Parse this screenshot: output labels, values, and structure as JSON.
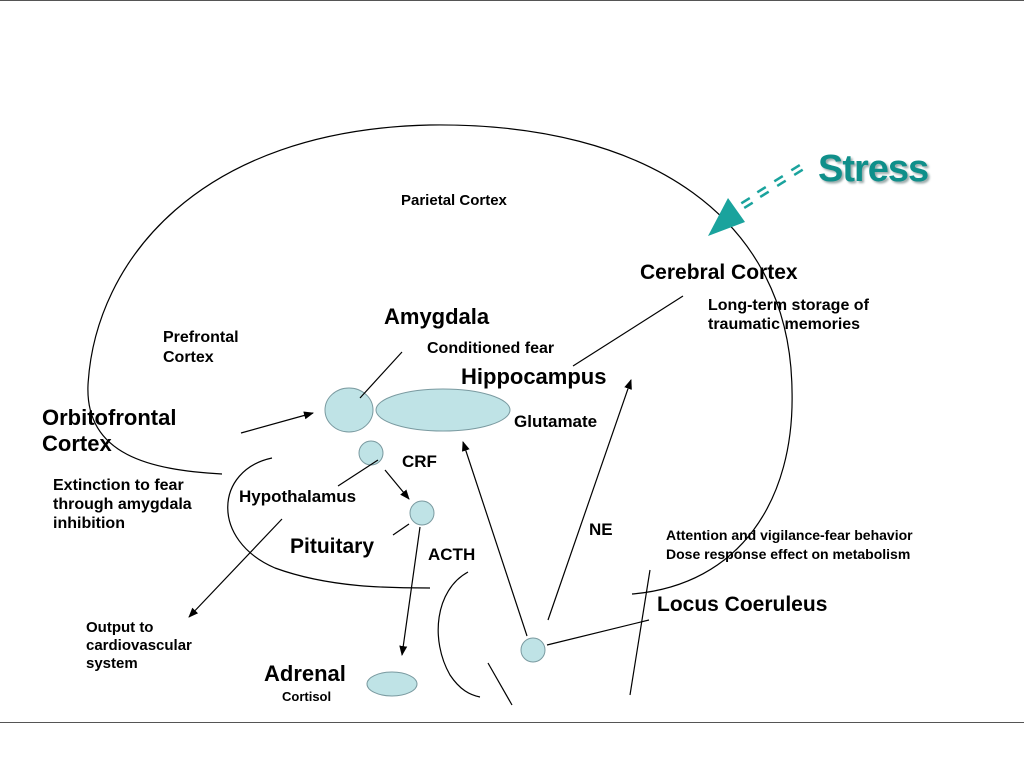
{
  "title": "Stress",
  "colors": {
    "accent": "#0f8f8a",
    "node_fill": "#bfe3e6",
    "line": "#000000"
  },
  "labels": {
    "parietal_cortex": "Parietal Cortex",
    "cerebral_cortex": "Cerebral Cortex",
    "long_term_storage": [
      "Long-term storage of",
      "traumatic memories"
    ],
    "amygdala": "Amygdala",
    "prefrontal_cortex": [
      "Prefrontal",
      "Cortex"
    ],
    "conditioned_fear": "Conditioned fear",
    "hippocampus": "Hippocampus",
    "orbitofrontal_cortex": [
      "Orbitofrontal",
      "Cortex"
    ],
    "glutamate": "Glutamate",
    "crf": "CRF",
    "extinction": [
      "Extinction to fear",
      "through amygdala",
      "inhibition"
    ],
    "hypothalamus": "Hypothalamus",
    "ne": "NE",
    "pituitary": "Pituitary",
    "acth": "ACTH",
    "attention": [
      "Attention and vigilance-fear behavior",
      "Dose response effect on metabolism"
    ],
    "locus_coeruleus": "Locus Coeruleus",
    "output_cardio": [
      "Output to",
      "cardiovascular",
      "system"
    ],
    "adrenal": "Adrenal",
    "cortisol": "Cortisol"
  }
}
